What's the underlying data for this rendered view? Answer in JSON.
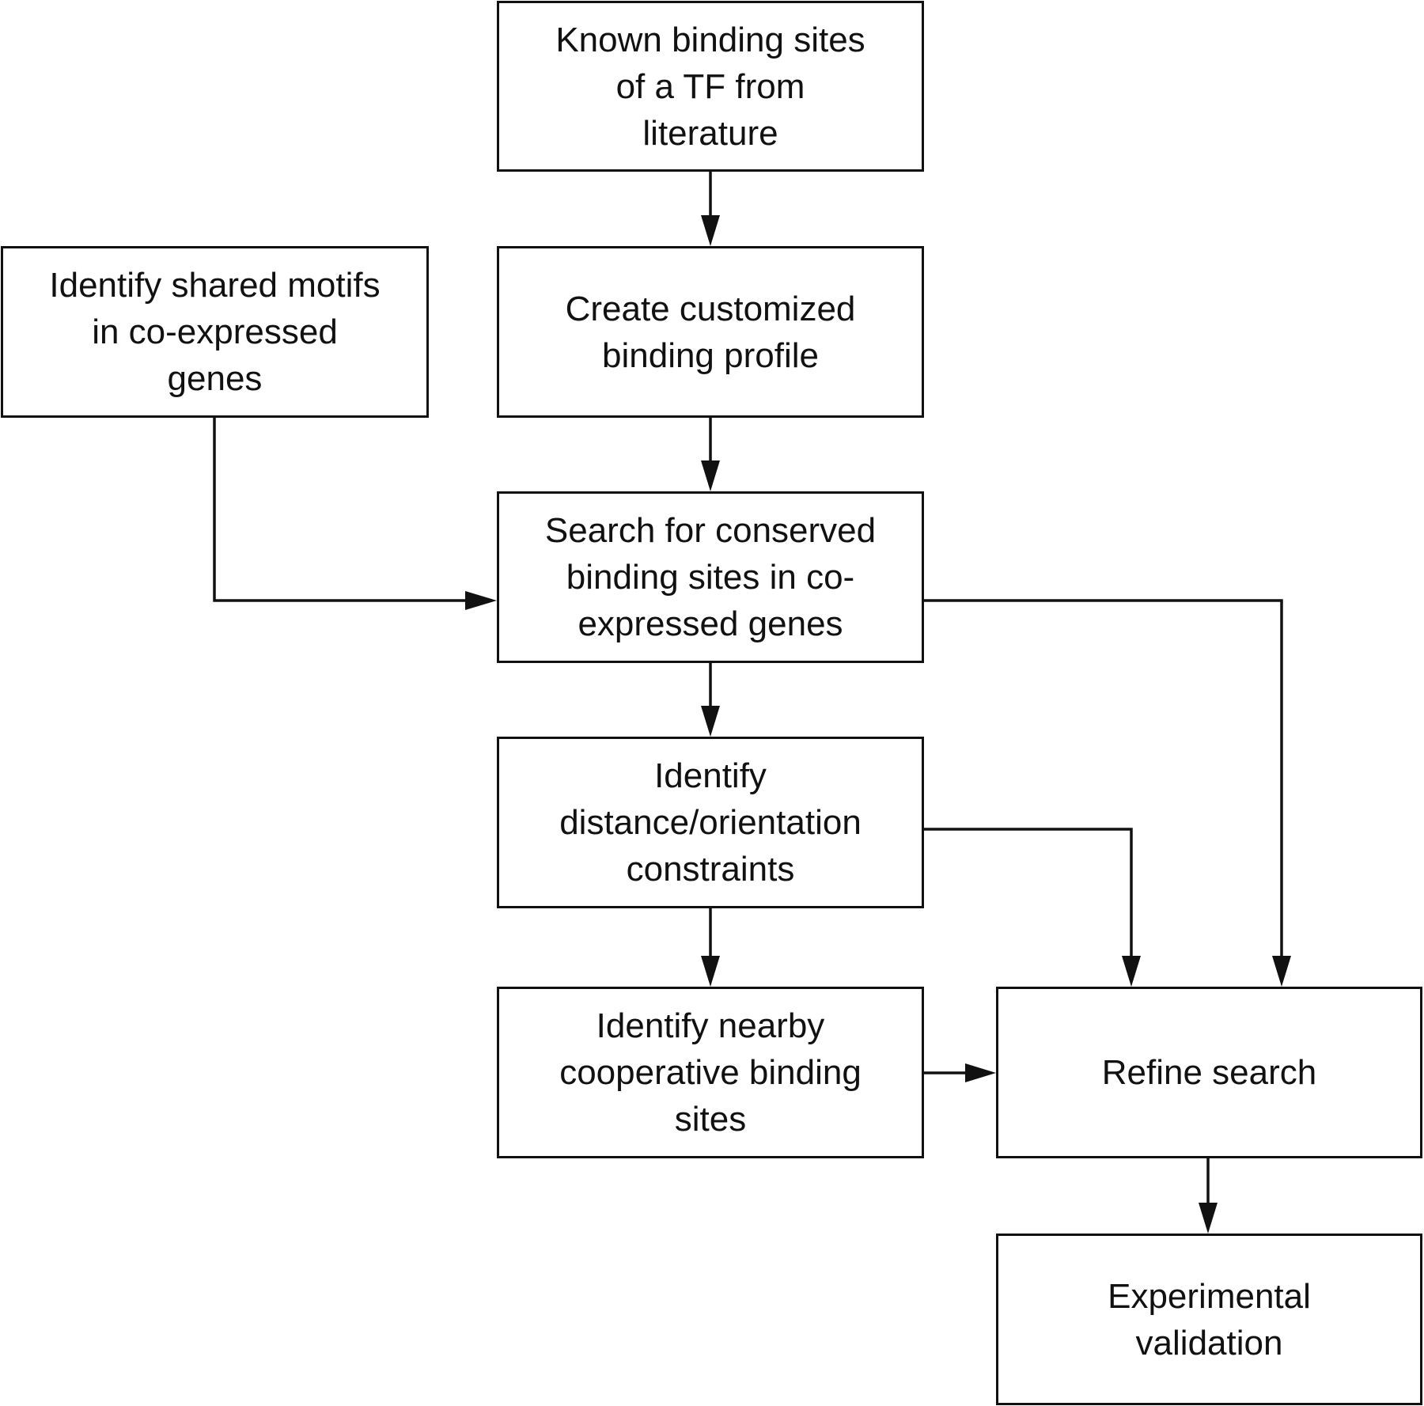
{
  "diagram": {
    "nodes": [
      {
        "id": "known",
        "text": "Known binding sites\nof a TF from\nliterature"
      },
      {
        "id": "motifs",
        "text": "Identify shared motifs\nin co-expressed\ngenes"
      },
      {
        "id": "profile",
        "text": "Create customized\nbinding profile"
      },
      {
        "id": "search",
        "text": "Search for conserved\nbinding sites in co-\nexpressed genes"
      },
      {
        "id": "distance",
        "text": "Identify\ndistance/orientation\nconstraints"
      },
      {
        "id": "nearby",
        "text": "Identify nearby\ncooperative binding\nsites"
      },
      {
        "id": "refine",
        "text": "Refine search"
      },
      {
        "id": "validation",
        "text": "Experimental\nvalidation"
      }
    ],
    "edges": [
      {
        "from": "known",
        "to": "profile"
      },
      {
        "from": "profile",
        "to": "search"
      },
      {
        "from": "motifs",
        "to": "search"
      },
      {
        "from": "search",
        "to": "distance"
      },
      {
        "from": "search",
        "to": "refine"
      },
      {
        "from": "distance",
        "to": "nearby"
      },
      {
        "from": "distance",
        "to": "refine"
      },
      {
        "from": "nearby",
        "to": "refine"
      },
      {
        "from": "refine",
        "to": "validation"
      }
    ],
    "colors": {
      "stroke": "#111111",
      "background": "#ffffff"
    }
  }
}
